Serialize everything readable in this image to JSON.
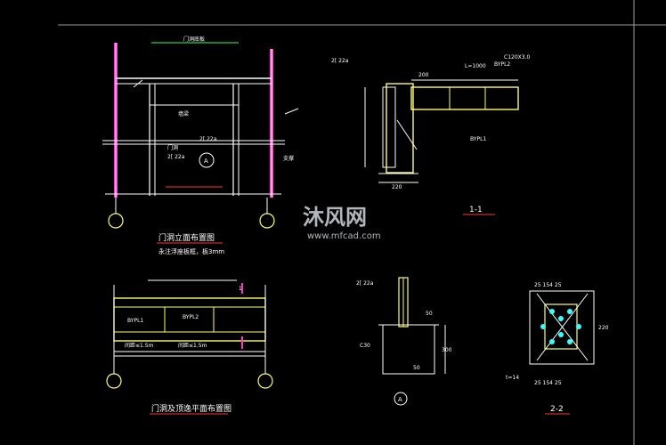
{
  "drawing": {
    "colors": {
      "background": "#000000",
      "white": "#ffffff",
      "yellow": "#ffff66",
      "magenta": "#ff33cc",
      "cyan": "#33ffff",
      "green": "#33ff66",
      "red": "#ff3333",
      "olive": "#ffd24d"
    },
    "elevation": {
      "title": "门洞立面布置图",
      "subtitle": "永注浮座板框，板3mm",
      "labels": {
        "top": "门洞底板",
        "beam_a": "2[ 22a",
        "beam_b": "门洞",
        "beam_c": "2[ 22a",
        "circle": "A",
        "note1": "墙梁",
        "note2": "支撑"
      }
    },
    "section11": {
      "title": "1-1",
      "labels": {
        "a": "2[ 22a",
        "b": "BYPL2",
        "c": "BYPL1",
        "dim_top": "L=1000",
        "dim_bottom": "220",
        "dim_side": "200",
        "note": "C120X3.0"
      }
    },
    "plan": {
      "title": "门洞及顶逸平面布置图",
      "labels": {
        "a": "BYPL1",
        "b": "BYPL2",
        "c": "间距≤1.5m",
        "d": "间距≤1.5m",
        "mark": "1"
      }
    },
    "detailA": {
      "circle": "A",
      "labels": {
        "a": "2[ 22a",
        "b": "C30",
        "c": "300",
        "d": "50",
        "e": "50"
      }
    },
    "section22": {
      "title": "2-2",
      "labels": {
        "top": "25 154 25",
        "bottom": "25 154 25",
        "side": "220",
        "note": "t=14"
      }
    },
    "watermark": {
      "brand": "沐风网",
      "url": "www.mfcad.com"
    }
  }
}
